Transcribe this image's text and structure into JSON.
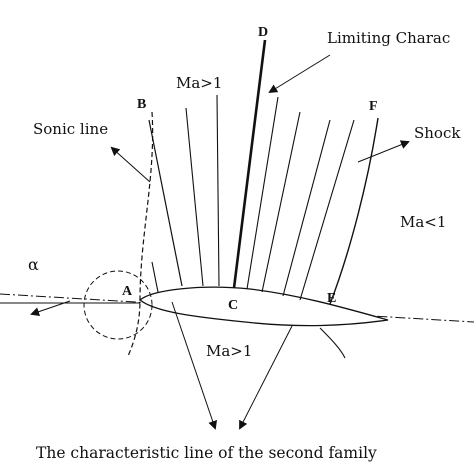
{
  "labels": {
    "limiting": "Limiting Charac",
    "ma_upper": "Ma>1",
    "sonic_line": "Sonic line",
    "shock": "Shock",
    "ma_lower_right": "Ma<1",
    "ma_lower": "Ma>1",
    "alpha": "α",
    "caption": "The characteristic line of the second family"
  },
  "points": {
    "A": "A",
    "B": "B",
    "C": "C",
    "D": "D",
    "E": "E",
    "F": "F"
  },
  "colors": {
    "ink": "#111111",
    "background": "#ffffff"
  }
}
